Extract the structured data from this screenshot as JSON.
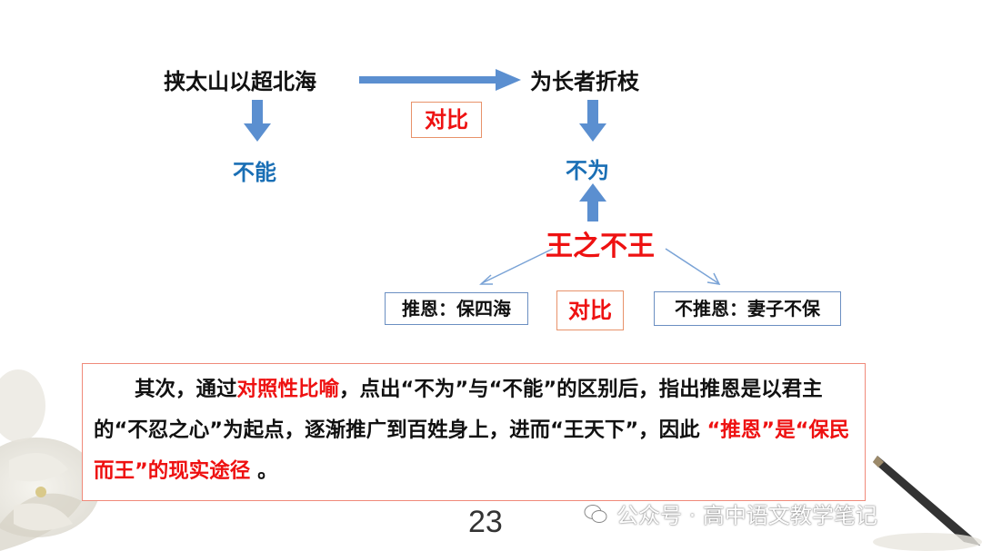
{
  "diagram": {
    "left_top": "挟太山以超北海",
    "right_top": "为长者折枝",
    "compare_center": "对比",
    "left_result": "不能",
    "right_result": "不为",
    "root": "王之不王",
    "left_branch": "推恩：保四海",
    "compare_bottom": "对比",
    "right_branch": "不推恩：妻子不保"
  },
  "paragraph": {
    "p1": "其次，通过",
    "p2": "对照性比喻",
    "p3": "，点出“不为”与“不能”的区别后，指出推恩是以君主的“不忍之心”为起点，逐渐推广到百姓身上，进而“王天下”，因此 ",
    "p4": "“推恩”是“保民而王”的现实途径",
    "p5": " 。"
  },
  "page_number": "23",
  "watermark": "公众号 · 高中语文教学笔记",
  "colors": {
    "arrow_blue": "#5b8fd0",
    "text_blue": "#1a6fb5",
    "red": "#ee1111"
  }
}
